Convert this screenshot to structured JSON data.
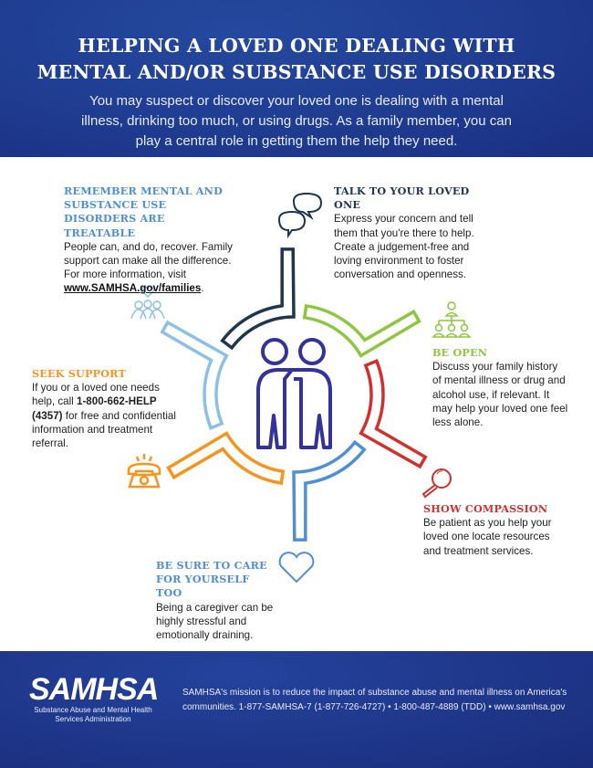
{
  "header": {
    "title_line1": "HELPING A LOVED ONE DEALING WITH",
    "title_line2": "MENTAL AND/OR SUBSTANCE USE DISORDERS",
    "intro": "You may suspect or discover your loved one is dealing with a mental illness, drinking too much, or using drugs. As a family member, you can play a central role in getting them the help they need."
  },
  "colors": {
    "navy": "#1f3550",
    "green": "#8dc63f",
    "red": "#d2302f",
    "blue": "#4f8fd6",
    "orange": "#f7941d",
    "light_blue": "#8cc0e6",
    "figure": "#33339a"
  },
  "sections": {
    "treatable": {
      "heading": "REMEMBER MENTAL AND SUBSTANCE USE DISORDERS ARE TREATABLE",
      "body": "People can, and do, recover. Family support can make all the difference. For more information, visit",
      "link": "www.SAMHSA.gov/families",
      "end": ".",
      "icon": "people-heart-icon"
    },
    "talk": {
      "heading": "TALK TO YOUR LOVED ONE",
      "body": "Express your concern and tell them that you're there to help. Create a judgement-free and loving environment to foster conversation and openness.",
      "icon": "speech-bubbles-icon"
    },
    "open": {
      "heading": "BE OPEN",
      "body": "Discuss your family history of mental illness or drug and alcohol use, if relevant. It may help your loved one feel less alone.",
      "icon": "family-tree-icon"
    },
    "support": {
      "heading": "SEEK SUPPORT",
      "body_pre": "If you or a loved one needs help, call",
      "phone": "1-800-662-HELP (4357)",
      "body_post": "for free and confidential information and treatment referral.",
      "icon": "phone-icon"
    },
    "compassion": {
      "heading": "SHOW COMPASSION",
      "body": "Be patient as you help your loved one locate resources and treatment services.",
      "icon": "magnifier-icon"
    },
    "care": {
      "heading_line1": "BE SURE TO CARE",
      "heading_line2": "FOR YOURSELF TOO",
      "body": "Being a caregiver can be highly stressful and emotionally draining.",
      "icon": "heart-icon"
    }
  },
  "footer": {
    "logo": "SAMHSA",
    "logo_sub_line1": "Substance Abuse and Mental Health",
    "logo_sub_line2": "Services Administration",
    "mission": "SAMHSA's mission is to reduce the impact of substance abuse and mental illness on America's communities. 1-877-SAMHSA-7 (1-877-726-4727) • 1-800-487-4889 (TDD) • www.samhsa.gov"
  }
}
